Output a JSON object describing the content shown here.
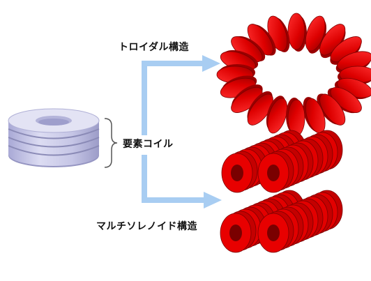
{
  "labels": {
    "toroidal": "トロイダル構造",
    "element_coil": "要素コイル",
    "multi_solenoid": "マルチソレノイド構造"
  },
  "icons": {
    "element_coil": "stacked-disk-coil-icon",
    "toroidal": "toroidal-coil-ring-icon",
    "multi_solenoid": "multi-solenoid-coil-cluster-icon",
    "arrows": "branch-arrow-icon"
  },
  "colors": {
    "coil_red": "#e80000",
    "coil_red_dark": "#9a0000",
    "disk_lavender": "#c9c9ea",
    "disk_shadow": "#8d8db8",
    "arrow_blue": "#a8cdf2",
    "brace": "#555555"
  }
}
